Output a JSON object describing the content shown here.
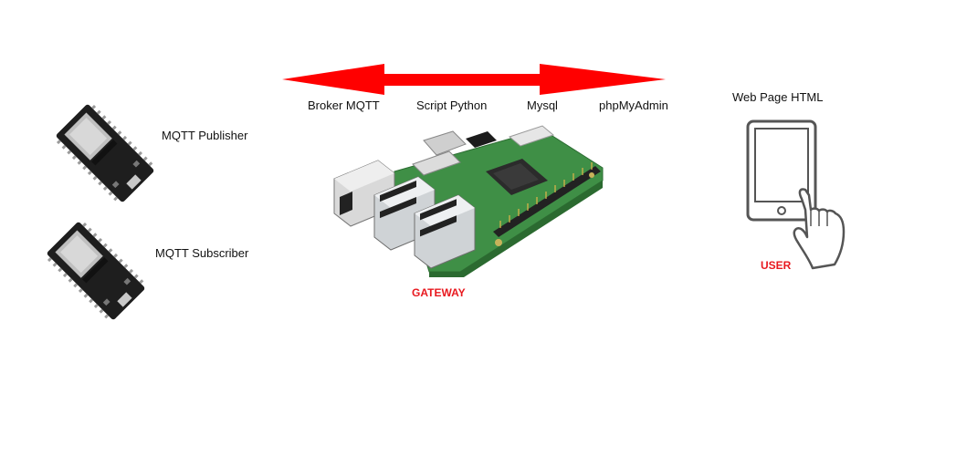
{
  "colors": {
    "arrow": "#ff0000",
    "accent_label": "#e8191f",
    "board_green": "#3f8f46",
    "esp_black": "#1e1e1e"
  },
  "publisher": {
    "label": "MQTT Publisher",
    "icon": "esp32-board-icon"
  },
  "subscriber": {
    "label": "MQTT Subscriber",
    "icon": "esp32-board-icon"
  },
  "gateway": {
    "services": [
      "Broker MQTT",
      "Script Python",
      "Mysql",
      "phpMyAdmin"
    ],
    "label": "GATEWAY",
    "icon": "raspberry-pi-board-icon"
  },
  "user": {
    "title": "Web Page HTML",
    "label": "USER",
    "icon": "tablet-touch-icon"
  },
  "connector": {
    "icon": "double-headed-arrow-icon"
  }
}
